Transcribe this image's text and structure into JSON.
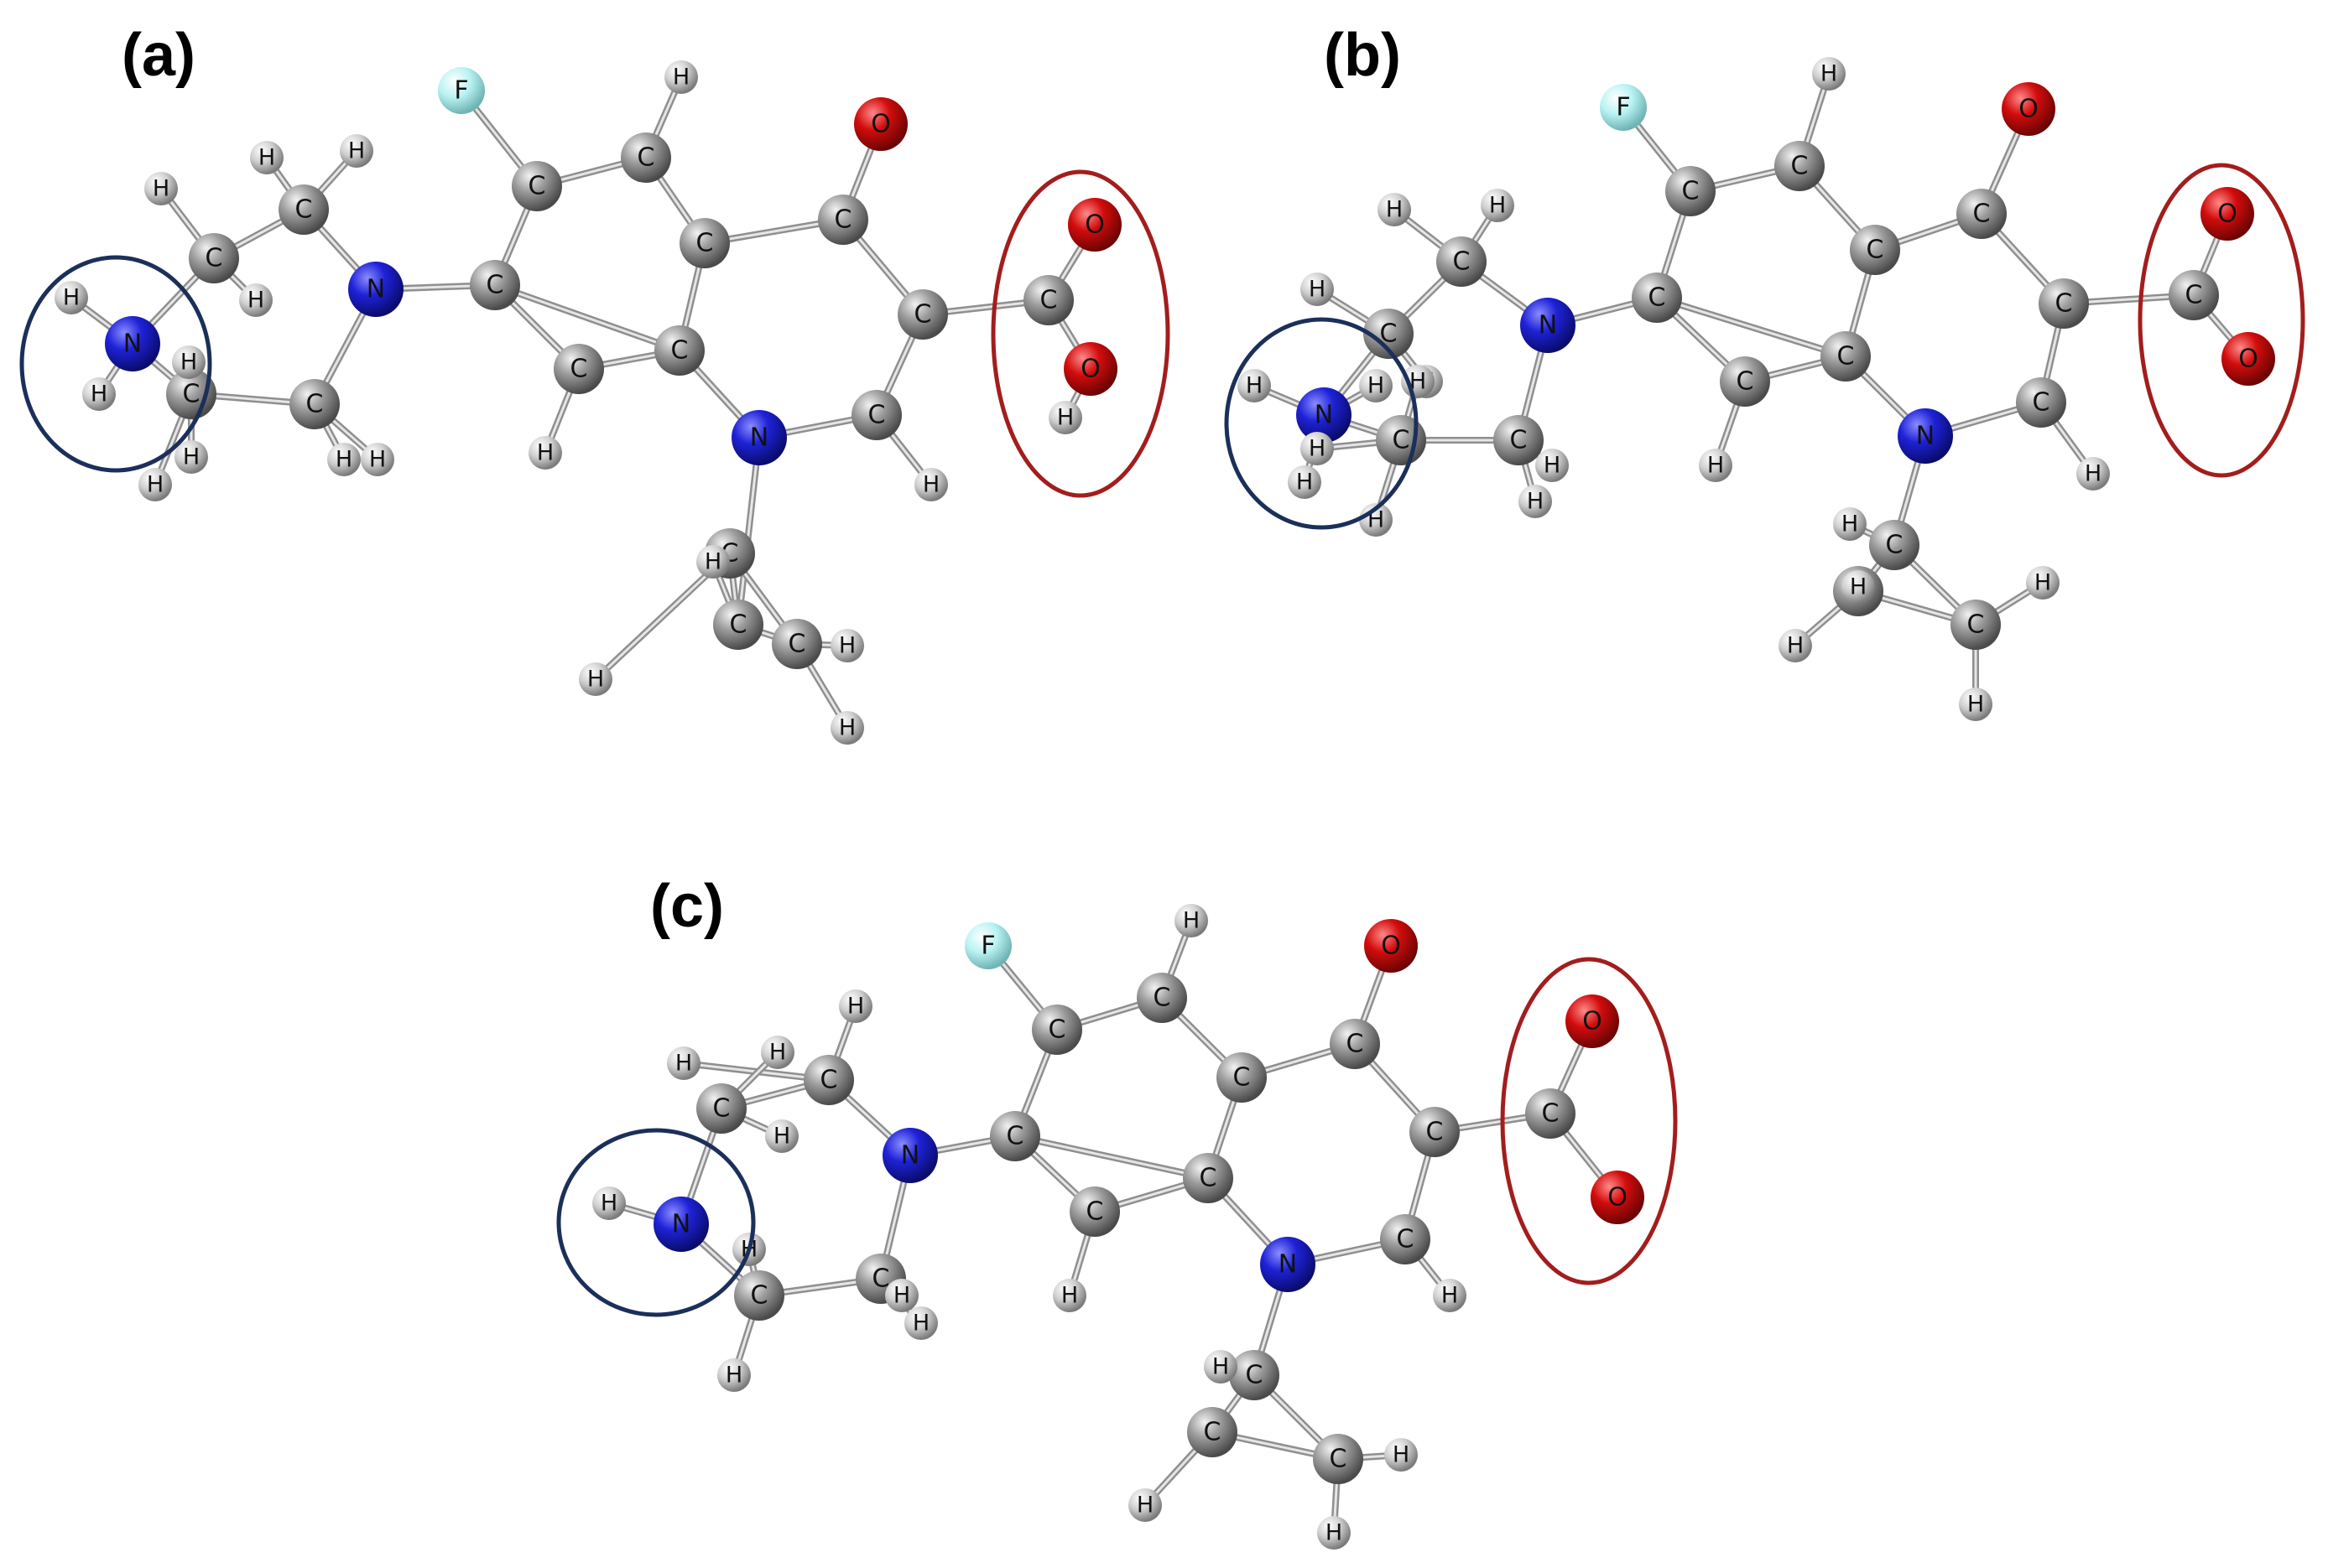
{
  "colors": {
    "C": "#8a8a8a",
    "H": "#d0d0d0",
    "N": "#1e22d6",
    "O": "#d20c0c",
    "F": "#b8f2f2",
    "amine_circle": "#1b2f5a",
    "carboxyl_circle": "#a31d1d"
  },
  "panels": [
    {
      "label": "(a)",
      "atoms": [
        {
          "e": "F",
          "t": "F"
        },
        {
          "e": "C",
          "t": "C"
        },
        {
          "e": "C",
          "t": "C"
        },
        {
          "e": "H",
          "t": "H"
        },
        {
          "e": "C",
          "t": "C"
        },
        {
          "e": "C",
          "t": "C"
        },
        {
          "e": "C",
          "t": "C"
        },
        {
          "e": "C",
          "t": "C"
        },
        {
          "e": "H",
          "t": "H"
        },
        {
          "e": "O",
          "t": "O"
        },
        {
          "e": "C",
          "t": "C"
        },
        {
          "e": "C",
          "t": "C"
        },
        {
          "e": "C",
          "t": "C"
        },
        {
          "e": "O",
          "t": "O"
        },
        {
          "e": "O",
          "t": "O"
        },
        {
          "e": "H",
          "t": "H"
        },
        {
          "e": "N",
          "t": "N"
        },
        {
          "e": "C",
          "t": "C"
        },
        {
          "e": "H",
          "t": "H"
        },
        {
          "e": "C",
          "t": "C"
        },
        {
          "e": "C",
          "t": "C"
        },
        {
          "e": "C",
          "t": "C"
        },
        {
          "e": "H",
          "t": "H"
        },
        {
          "e": "H",
          "t": "H"
        },
        {
          "e": "H",
          "t": "H"
        },
        {
          "e": "H",
          "t": "H"
        },
        {
          "e": "N",
          "t": "N"
        },
        {
          "e": "C",
          "t": "C"
        },
        {
          "e": "C",
          "t": "C"
        },
        {
          "e": "C",
          "t": "C"
        },
        {
          "e": "C",
          "t": "C"
        },
        {
          "e": "H",
          "t": "H"
        },
        {
          "e": "H",
          "t": "H"
        },
        {
          "e": "H",
          "t": "H"
        },
        {
          "e": "H",
          "t": "H"
        },
        {
          "e": "H",
          "t": "H"
        },
        {
          "e": "H",
          "t": "H"
        },
        {
          "e": "H",
          "t": "H"
        },
        {
          "e": "N",
          "t": "N"
        },
        {
          "e": "H",
          "t": "H"
        },
        {
          "e": "H",
          "t": "H"
        },
        {
          "e": "H",
          "t": "H"
        },
        {
          "e": "H",
          "t": "H"
        }
      ],
      "bonds": [
        [
          0,
          1
        ],
        [
          1,
          2
        ],
        [
          1,
          4
        ],
        [
          2,
          5
        ],
        [
          2,
          3
        ],
        [
          5,
          6
        ],
        [
          5,
          10
        ],
        [
          6,
          4
        ],
        [
          6,
          16
        ],
        [
          7,
          4
        ],
        [
          7,
          8
        ],
        [
          6,
          7
        ],
        [
          10,
          9
        ],
        [
          10,
          11
        ],
        [
          11,
          12
        ],
        [
          11,
          17
        ],
        [
          17,
          16
        ],
        [
          17,
          18
        ],
        [
          12,
          13
        ],
        [
          12,
          14
        ],
        [
          14,
          15
        ],
        [
          16,
          20
        ],
        [
          20,
          19
        ],
        [
          20,
          21
        ],
        [
          19,
          21
        ],
        [
          20,
          22
        ],
        [
          19,
          23
        ],
        [
          21,
          24
        ],
        [
          21,
          25
        ],
        [
          4,
          26
        ],
        [
          26,
          27
        ],
        [
          26,
          28
        ],
        [
          27,
          29
        ],
        [
          28,
          30
        ],
        [
          29,
          38
        ],
        [
          30,
          38
        ],
        [
          27,
          31
        ],
        [
          27,
          32
        ],
        [
          29,
          33
        ],
        [
          29,
          34
        ],
        [
          28,
          35
        ],
        [
          28,
          36
        ],
        [
          30,
          37
        ],
        [
          38,
          39
        ],
        [
          38,
          40
        ],
        [
          30,
          41
        ],
        [
          30,
          42
        ]
      ]
    },
    {
      "label": "(b)",
      "atoms": [
        {
          "e": "F",
          "t": "F"
        },
        {
          "e": "C",
          "t": "C"
        },
        {
          "e": "C",
          "t": "C"
        },
        {
          "e": "H",
          "t": "H"
        },
        {
          "e": "C",
          "t": "C"
        },
        {
          "e": "C",
          "t": "C"
        },
        {
          "e": "C",
          "t": "C"
        },
        {
          "e": "C",
          "t": "C"
        },
        {
          "e": "H",
          "t": "H"
        },
        {
          "e": "O",
          "t": "O"
        },
        {
          "e": "C",
          "t": "C"
        },
        {
          "e": "C",
          "t": "C"
        },
        {
          "e": "C",
          "t": "C"
        },
        {
          "e": "O",
          "t": "O"
        },
        {
          "e": "O",
          "t": "O"
        },
        {
          "e": "N",
          "t": "N"
        },
        {
          "e": "C",
          "t": "C"
        },
        {
          "e": "H",
          "t": "H"
        },
        {
          "e": "C",
          "t": "C"
        },
        {
          "e": "C",
          "t": "C"
        },
        {
          "e": "C",
          "t": "C"
        },
        {
          "e": "H",
          "t": "H"
        },
        {
          "e": "H",
          "t": "H"
        },
        {
          "e": "H",
          "t": "H"
        },
        {
          "e": "H",
          "t": "H"
        },
        {
          "e": "N",
          "t": "N"
        },
        {
          "e": "C",
          "t": "C"
        },
        {
          "e": "C",
          "t": "C"
        },
        {
          "e": "C",
          "t": "C"
        },
        {
          "e": "C",
          "t": "C"
        },
        {
          "e": "H",
          "t": "H"
        },
        {
          "e": "H",
          "t": "H"
        },
        {
          "e": "H",
          "t": "H"
        },
        {
          "e": "H",
          "t": "H"
        },
        {
          "e": "H",
          "t": "H"
        },
        {
          "e": "H",
          "t": "H"
        },
        {
          "e": "H",
          "t": "H"
        },
        {
          "e": "N",
          "t": "N"
        },
        {
          "e": "H",
          "t": "H"
        },
        {
          "e": "H",
          "t": "H"
        },
        {
          "e": "H",
          "t": "H"
        },
        {
          "e": "H",
          "t": "H"
        },
        {
          "e": "H",
          "t": "H"
        },
        {
          "e": "H",
          "t": "H"
        }
      ],
      "bonds": [
        [
          0,
          1
        ],
        [
          1,
          2
        ],
        [
          1,
          4
        ],
        [
          2,
          5
        ],
        [
          2,
          3
        ],
        [
          5,
          6
        ],
        [
          5,
          10
        ],
        [
          6,
          4
        ],
        [
          6,
          15
        ],
        [
          7,
          4
        ],
        [
          7,
          8
        ],
        [
          6,
          7
        ],
        [
          10,
          9
        ],
        [
          10,
          11
        ],
        [
          11,
          12
        ],
        [
          11,
          16
        ],
        [
          16,
          15
        ],
        [
          16,
          17
        ],
        [
          12,
          13
        ],
        [
          12,
          14
        ],
        [
          15,
          19
        ],
        [
          19,
          18
        ],
        [
          19,
          20
        ],
        [
          18,
          20
        ],
        [
          19,
          21
        ],
        [
          18,
          22
        ],
        [
          20,
          23
        ],
        [
          20,
          24
        ],
        [
          4,
          25
        ],
        [
          25,
          26
        ],
        [
          25,
          27
        ],
        [
          26,
          28
        ],
        [
          27,
          29
        ],
        [
          28,
          37
        ],
        [
          29,
          37
        ],
        [
          26,
          30
        ],
        [
          26,
          31
        ],
        [
          28,
          32
        ],
        [
          28,
          33
        ],
        [
          27,
          34
        ],
        [
          27,
          35
        ],
        [
          29,
          36
        ],
        [
          37,
          38
        ],
        [
          37,
          39
        ],
        [
          37,
          40
        ],
        [
          29,
          41
        ],
        [
          18,
          42
        ],
        [
          29,
          43
        ]
      ]
    },
    {
      "label": "(c)",
      "atoms": [
        {
          "e": "F",
          "t": "F"
        },
        {
          "e": "C",
          "t": "C"
        },
        {
          "e": "C",
          "t": "C"
        },
        {
          "e": "H",
          "t": "H"
        },
        {
          "e": "C",
          "t": "C"
        },
        {
          "e": "C",
          "t": "C"
        },
        {
          "e": "C",
          "t": "C"
        },
        {
          "e": "C",
          "t": "C"
        },
        {
          "e": "H",
          "t": "H"
        },
        {
          "e": "O",
          "t": "O"
        },
        {
          "e": "C",
          "t": "C"
        },
        {
          "e": "C",
          "t": "C"
        },
        {
          "e": "C",
          "t": "C"
        },
        {
          "e": "O",
          "t": "O"
        },
        {
          "e": "O",
          "t": "O"
        },
        {
          "e": "N",
          "t": "N"
        },
        {
          "e": "C",
          "t": "C"
        },
        {
          "e": "H",
          "t": "H"
        },
        {
          "e": "C",
          "t": "C"
        },
        {
          "e": "C",
          "t": "C"
        },
        {
          "e": "C",
          "t": "C"
        },
        {
          "e": "H",
          "t": "H"
        },
        {
          "e": "H",
          "t": "H"
        },
        {
          "e": "H",
          "t": "H"
        },
        {
          "e": "H",
          "t": "H"
        },
        {
          "e": "N",
          "t": "N"
        },
        {
          "e": "C",
          "t": "C"
        },
        {
          "e": "C",
          "t": "C"
        },
        {
          "e": "C",
          "t": "C"
        },
        {
          "e": "C",
          "t": "C"
        },
        {
          "e": "H",
          "t": "H"
        },
        {
          "e": "H",
          "t": "H"
        },
        {
          "e": "H",
          "t": "H"
        },
        {
          "e": "H",
          "t": "H"
        },
        {
          "e": "H",
          "t": "H"
        },
        {
          "e": "H",
          "t": "H"
        },
        {
          "e": "H",
          "t": "H"
        },
        {
          "e": "N",
          "t": "N"
        },
        {
          "e": "H",
          "t": "H"
        },
        {
          "e": "H",
          "t": "H"
        }
      ],
      "bonds": [
        [
          0,
          1
        ],
        [
          1,
          2
        ],
        [
          1,
          4
        ],
        [
          2,
          5
        ],
        [
          2,
          3
        ],
        [
          5,
          6
        ],
        [
          5,
          10
        ],
        [
          6,
          4
        ],
        [
          6,
          15
        ],
        [
          7,
          4
        ],
        [
          7,
          8
        ],
        [
          6,
          7
        ],
        [
          10,
          9
        ],
        [
          10,
          11
        ],
        [
          11,
          12
        ],
        [
          11,
          16
        ],
        [
          16,
          15
        ],
        [
          16,
          17
        ],
        [
          12,
          13
        ],
        [
          12,
          14
        ],
        [
          15,
          19
        ],
        [
          19,
          18
        ],
        [
          19,
          20
        ],
        [
          18,
          20
        ],
        [
          19,
          21
        ],
        [
          18,
          22
        ],
        [
          20,
          23
        ],
        [
          20,
          24
        ],
        [
          4,
          25
        ],
        [
          25,
          26
        ],
        [
          25,
          27
        ],
        [
          26,
          28
        ],
        [
          27,
          29
        ],
        [
          28,
          37
        ],
        [
          29,
          37
        ],
        [
          26,
          30
        ],
        [
          26,
          31
        ],
        [
          28,
          32
        ],
        [
          28,
          33
        ],
        [
          27,
          34
        ],
        [
          27,
          35
        ],
        [
          29,
          36
        ],
        [
          37,
          38
        ],
        [
          29,
          39
        ]
      ]
    }
  ]
}
